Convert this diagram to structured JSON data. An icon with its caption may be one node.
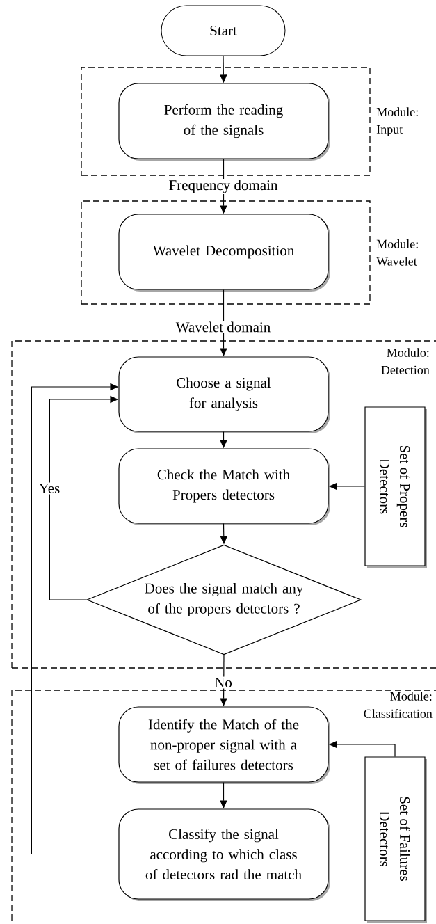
{
  "diagram": {
    "nodes": [
      {
        "text": [
          "Start"
        ]
      },
      {
        "text": [
          "Module: Input"
        ]
      },
      {
        "text": [
          "Perform the reading of the signals"
        ],
        "in": 1
      },
      {
        "text": [
          "Module: Wavelet"
        ]
      },
      {
        "text": [
          "Wavelet Decomposition"
        ],
        "in": 3
      },
      {
        "text": [
          "Modulo: Detection"
        ]
      },
      {
        "text": [
          "Choose a signal for analysis"
        ],
        "in": 5
      },
      {
        "text": [
          "Check the Match with Propers detectors"
        ],
        "in": 5
      },
      {
        "text": [
          "Set of Propers Detectors"
        ],
        "in": 5
      },
      {
        "text": [
          "Does the signal match any of the propers detectors ?"
        ],
        "in": 5
      },
      {
        "text": [
          "Module: Classification"
        ]
      },
      {
        "text": [
          "Identify the Match of the non-proper signal with a set of failures detectors"
        ],
        "in": 10
      },
      {
        "text": [
          "Classify the signal according to which class of detectors rad the match"
        ],
        "in": 10
      },
      {
        "text": [
          "Set of Failures Detectors"
        ],
        "in": 10
      }
    ],
    "edges": [
      {
        "from": 0,
        "to": 2,
        "arrow": "to"
      },
      {
        "from": 2,
        "to": 4,
        "arrow": "to",
        "label": "Frequency domain"
      },
      {
        "from": 4,
        "to": 6,
        "arrow": "to",
        "label": "Wavelet domain"
      },
      {
        "from": 6,
        "to": 7,
        "arrow": "to"
      },
      {
        "from": 8,
        "to": 7,
        "arrow": "to"
      },
      {
        "from": 7,
        "to": 9,
        "arrow": "to"
      },
      {
        "from": 9,
        "to": 6,
        "arrow": "to",
        "label": "Yes"
      },
      {
        "from": 9,
        "to": 11,
        "arrow": "to",
        "label": "No"
      },
      {
        "from": 13,
        "to": 11,
        "arrow": "to"
      },
      {
        "from": 11,
        "to": 12,
        "arrow": "to"
      },
      {
        "from": 12,
        "to": 6,
        "arrow": "to"
      }
    ]
  }
}
